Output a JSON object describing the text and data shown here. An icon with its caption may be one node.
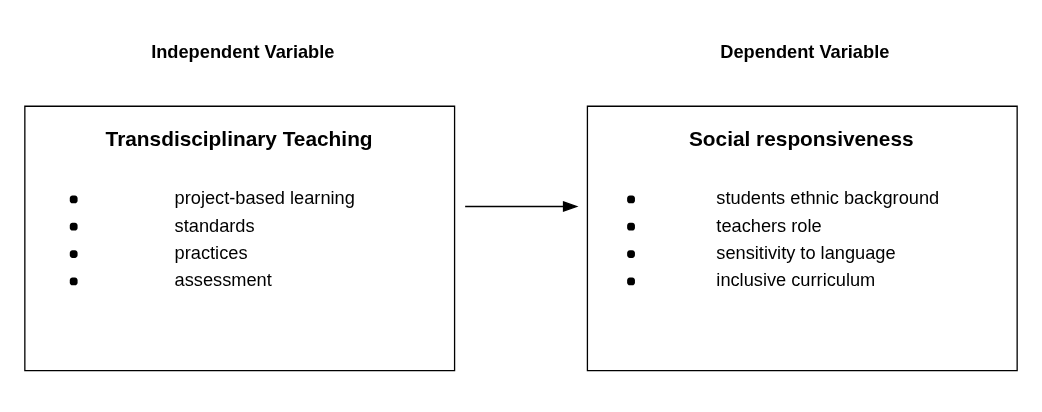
{
  "diagram": {
    "nodes": [
      {
        "text": [
          "Independent Variable",
          "Transdisciplinary Teaching",
          "project-based learning",
          "standards",
          "practices",
          "assessment"
        ]
      },
      {
        "text": [
          "Dependent Variable",
          "Social responsiveness",
          "students ethnic background",
          "teachers role",
          "sensitivity to language",
          "inclusive curriculum"
        ]
      }
    ],
    "edges": [
      {
        "from": 0,
        "to": 1,
        "arrow": "to"
      }
    ]
  }
}
